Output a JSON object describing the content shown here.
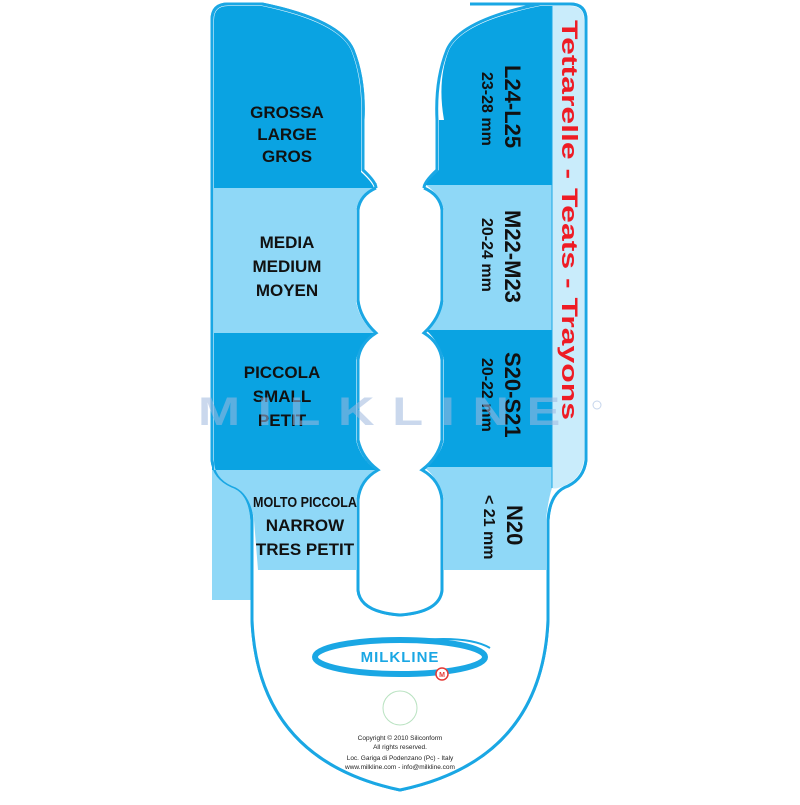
{
  "title": "Tettarelle - Teats - Trayons",
  "colors": {
    "dark_band": "#0aa3e2",
    "light_band": "#8fd8f7",
    "outline": "#1aa7e4",
    "side_strip": "#c9ecfb",
    "title_red": "#ee1c25",
    "watermark": "#9fb9e0",
    "logo_blue": "#1aa7e4",
    "logo_red": "#e53935"
  },
  "sizes": [
    {
      "left": [
        "GROSSA",
        "LARGE",
        "GROS"
      ],
      "code": "L24-L25",
      "range": "23-28 mm"
    },
    {
      "left": [
        "MEDIA",
        "MEDIUM",
        "MOYEN"
      ],
      "code": "M22-M23",
      "range": "20-24 mm"
    },
    {
      "left": [
        "PICCOLA",
        "SMALL",
        "PETIT"
      ],
      "code": "S20-S21",
      "range": "20-22 mm"
    },
    {
      "left": [
        "MOLTO PICCOLA",
        "NARROW",
        "TRES PETIT"
      ],
      "code": "N20",
      "range": "< 21 mm"
    }
  ],
  "watermark": "MILKLINE",
  "logo": {
    "text": "MILKLINE",
    "badge": "M"
  },
  "footer": {
    "line1": "Copyright © 2010 Siliconform",
    "line2": "All rights reserved.",
    "line3": "Loc. Gariga di Podenzano (Pc) - Italy",
    "line4": "www.milkline.com - info@milkline.com"
  }
}
